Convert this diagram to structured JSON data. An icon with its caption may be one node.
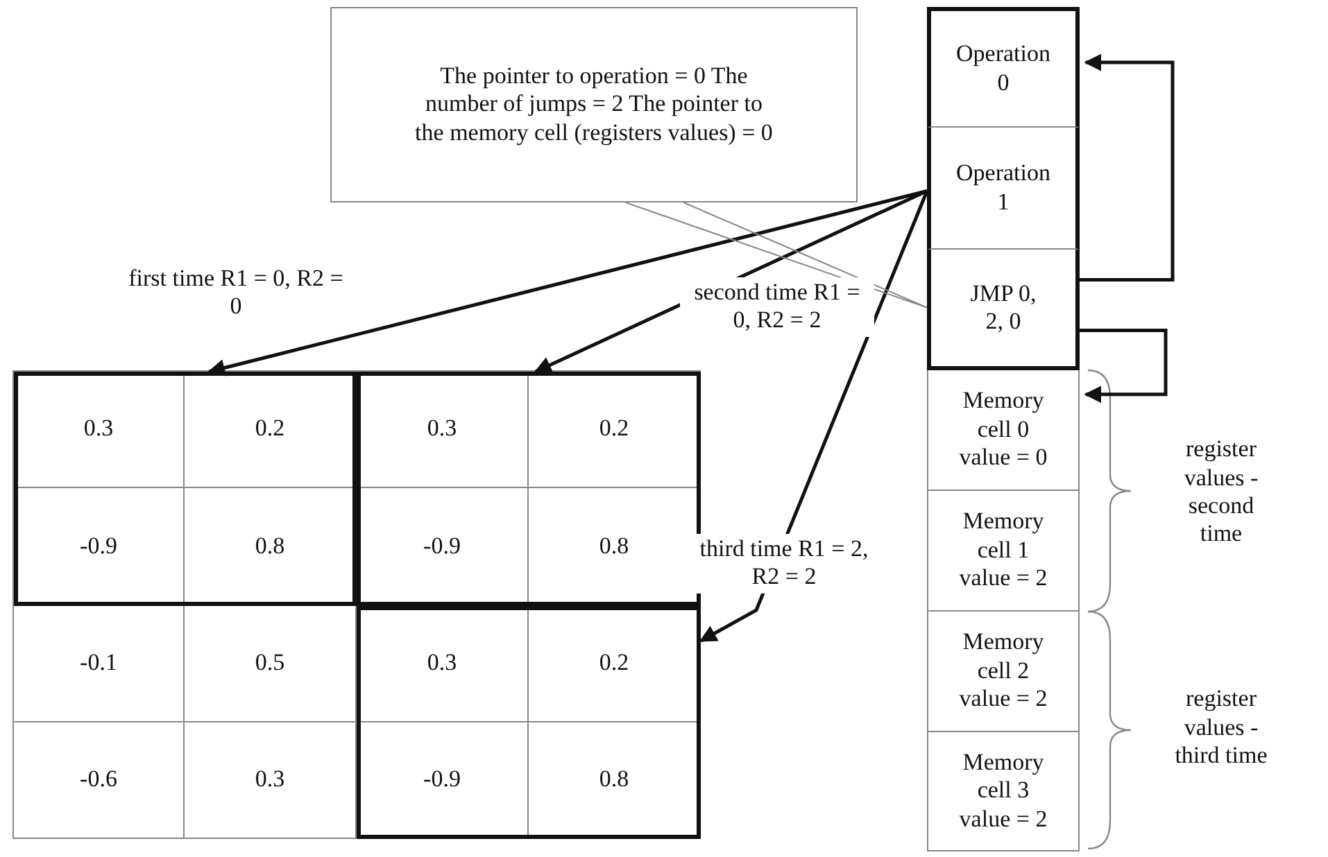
{
  "diagram": {
    "nodes": [
      {
        "text": [
          "The pointer to operation = 0 The number of jumps = 2 The pointer to the memory cell (registers values) = 0"
        ]
      },
      {
        "text": [
          "Operation 0"
        ]
      },
      {
        "text": [
          "Operation 1"
        ]
      },
      {
        "text": [
          "JMP 0, 2, 0"
        ]
      },
      {
        "text": [
          "Memory cell 0 value = 0"
        ]
      },
      {
        "text": [
          "Memory cell 1 value = 2"
        ]
      },
      {
        "text": [
          "Memory cell 2 value = 2"
        ]
      },
      {
        "text": [
          "Memory cell 3 value = 2"
        ]
      },
      {
        "text": [],
        "shape": "box"
      },
      {
        "text": [],
        "shape": "box"
      },
      {
        "text": [],
        "shape": "box"
      }
    ],
    "edges": [
      {
        "from": 2,
        "to": 8,
        "arrow": "to",
        "label": "first time R1 = 0, R2 = 0"
      },
      {
        "from": 2,
        "to": 9,
        "arrow": "to",
        "label": "second time R1 = 0, R2 = 2"
      },
      {
        "from": 2,
        "to": 10,
        "arrow": "to",
        "label": "third time R1 = 2, R2 = 2"
      },
      {
        "from": 3,
        "to": 1,
        "arrow": "to"
      },
      {
        "from": 3,
        "to": 4,
        "arrow": "to"
      },
      {
        "from": 0,
        "to": 3,
        "arrow": "none",
        "color": "#888888"
      }
    ],
    "labels": [
      "0.3",
      "0.2",
      "0.3",
      "0.2",
      "-0.9",
      "0.8",
      "-0.9",
      "0.8",
      "-0.1",
      "0.5",
      "0.3",
      "0.2",
      "-0.6",
      "0.3",
      "-0.9",
      "0.8",
      "register values - second time",
      "register values - third time"
    ]
  }
}
